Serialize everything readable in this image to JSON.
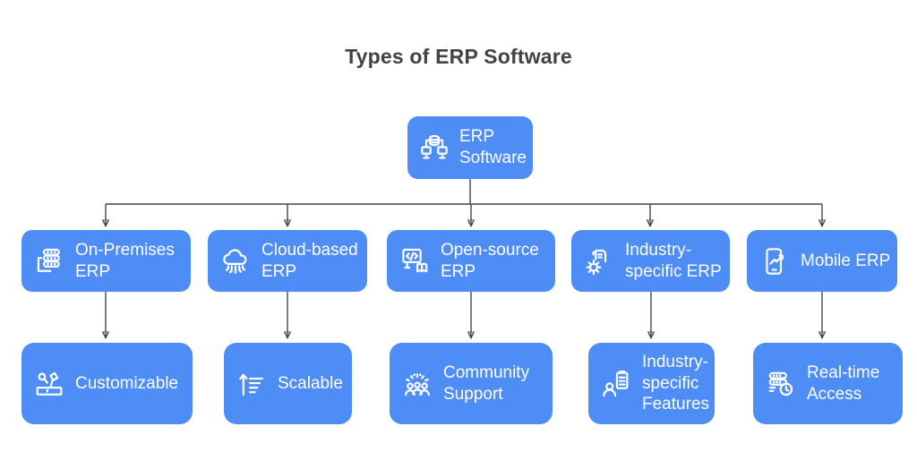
{
  "title": "Types of ERP Software",
  "colors": {
    "node_fill": "#4e8df5",
    "node_text": "#ffffff",
    "connector": "#474747",
    "title_text": "#424242",
    "background": "#ffffff"
  },
  "tree": {
    "root": {
      "label": "ERP Software",
      "icon": "database-network-icon"
    },
    "branches": [
      {
        "type": {
          "label": "On-Premises ERP",
          "icon": "server-stack-icon"
        },
        "feature": {
          "label": "Customizable",
          "icon": "wrench-hammer-toolbox-icon"
        }
      },
      {
        "type": {
          "label": "Cloud-based ERP",
          "icon": "cloud-circuit-icon"
        },
        "feature": {
          "label": "Scalable",
          "icon": "growth-arrow-bars-icon"
        }
      },
      {
        "type": {
          "label": "Open-source ERP",
          "icon": "code-window-book-icon"
        },
        "feature": {
          "label": "Community Support",
          "icon": "people-group-icon"
        }
      },
      {
        "type": {
          "label": "Industry-specific ERP",
          "icon": "document-gear-icon"
        },
        "feature": {
          "label": "Industry-specific Features",
          "icon": "worker-checklist-icon"
        }
      },
      {
        "type": {
          "label": "Mobile ERP",
          "icon": "smartphone-chart-icon"
        },
        "feature": {
          "label": "Real-time Access",
          "icon": "server-clock-icon"
        }
      }
    ]
  }
}
